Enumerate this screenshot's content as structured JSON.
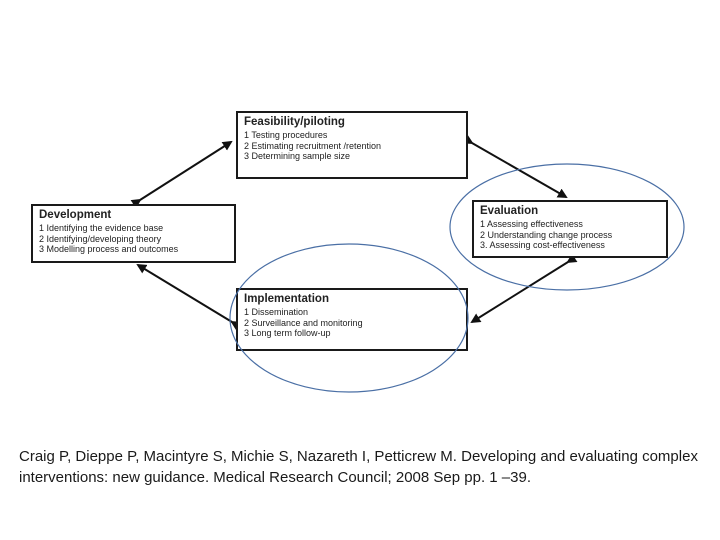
{
  "boxes": {
    "feasibility": {
      "title": "Feasibility/piloting",
      "items": [
        "1 Testing procedures",
        "2 Estimating recruitment /retention",
        "3 Determining sample size"
      ]
    },
    "development": {
      "title": "Development",
      "items": [
        "1 Identifying the evidence base",
        "2 Identifying/developing theory",
        "3 Modelling process and outcomes"
      ]
    },
    "evaluation": {
      "title": "Evaluation",
      "items": [
        "1 Assessing effectiveness",
        "2 Understanding change process",
        "3. Assessing cost-effectiveness"
      ]
    },
    "implementation": {
      "title": "Implementation",
      "items": [
        "1 Dissemination",
        "2 Surveillance and monitoring",
        "3 Long term follow-up"
      ]
    }
  },
  "caption": "Craig P, Dieppe P, Macintyre S, Michie S, Nazareth I, Petticrew M. Developing and evaluating complex interventions: new guidance. Medical Research Council; 2008 Sep pp. 1 –39.",
  "colors": {
    "highlight_ellipse": "#4a6fa5",
    "arrow": "#111111"
  }
}
